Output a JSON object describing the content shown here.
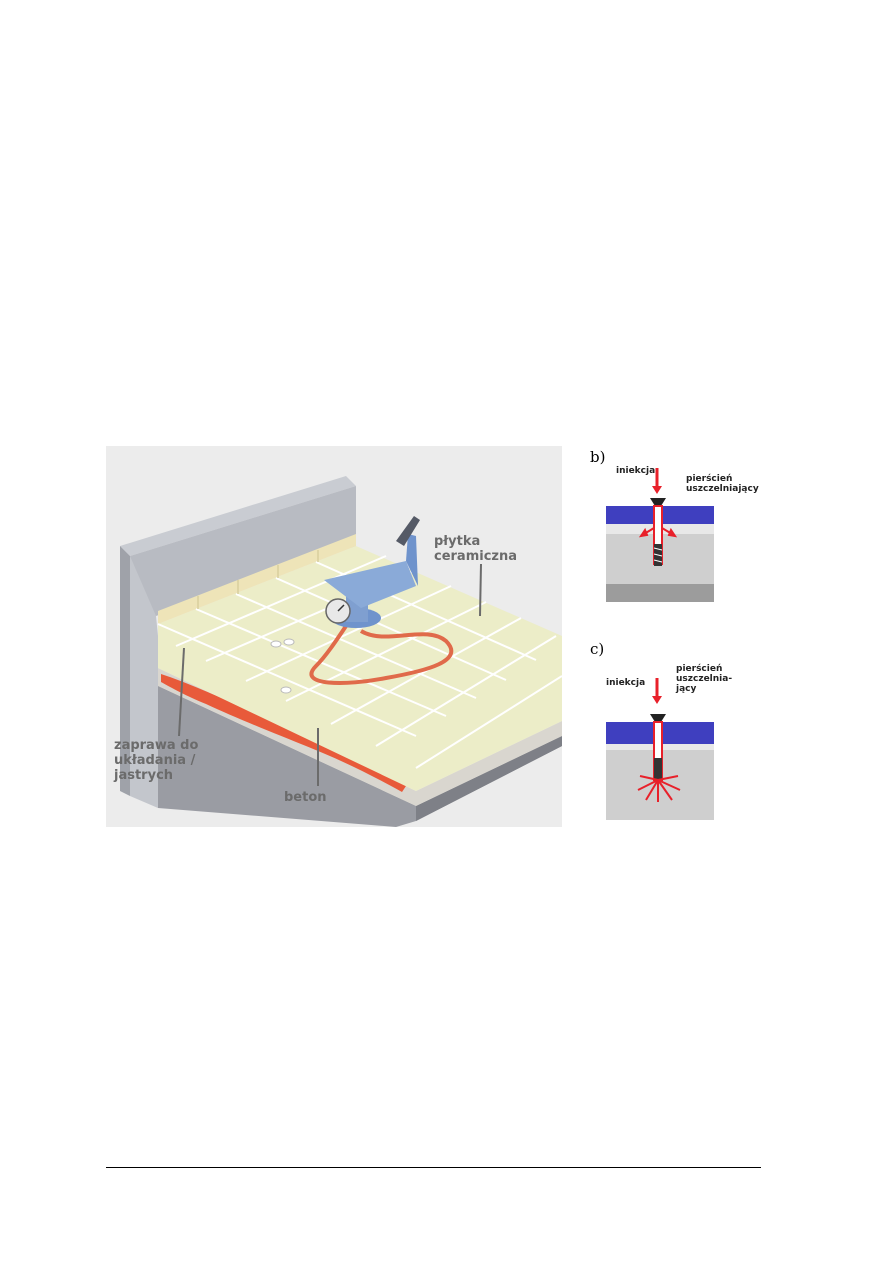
{
  "main": {
    "label_tile": [
      "płytka",
      "ceramiczna"
    ],
    "label_mortar": [
      "zaprawa do",
      "układania /",
      "jastrych"
    ],
    "label_concrete": "beton"
  },
  "panel_b": {
    "letter": "b)",
    "injection": "iniekcja",
    "ring": [
      "pierścień",
      "uszczelniający"
    ]
  },
  "panel_c": {
    "letter": "c)",
    "injection": "iniekcja",
    "ring": [
      "pierścień",
      "uszczelnia-",
      "jący"
    ]
  },
  "colors": {
    "tile": "#ecedc8",
    "wall": "#b9bcc3",
    "crack": "#e85a3a",
    "seal": "#3f3fbf",
    "arrow": "#e8202a",
    "packer": "#7f9fd0"
  }
}
